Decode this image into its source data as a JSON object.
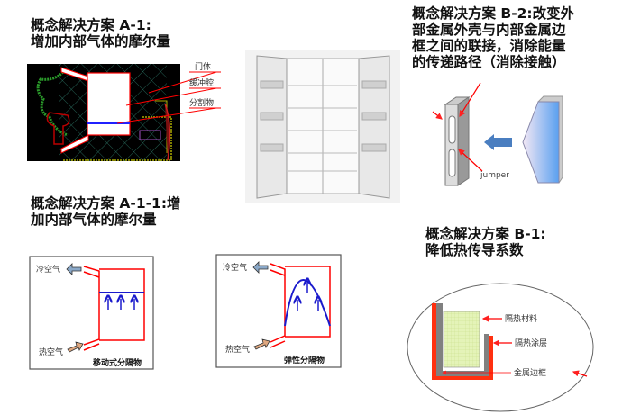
{
  "sections": {
    "a1": {
      "title": "概念解决方案 A-1:\n增加内部气体的摩尔量",
      "labels": [
        "门体",
        "缓冲腔",
        "分割物"
      ]
    },
    "b2": {
      "title": "概念解决方案  B-2:改变外\n部金属外壳与内部金属边\n框之间的联接，消除能量\n的传递路径（消除接触）",
      "jumper": "jumper"
    },
    "a11": {
      "title": "概念解决方案 A-1-1:增\n加内部气体的摩尔量",
      "box1": {
        "cold": "冷空气",
        "hot": "热空气",
        "caption": "移动式分隔物"
      },
      "box2": {
        "cold": "冷空气",
        "hot": "热空气",
        "caption": "弹性分隔物"
      }
    },
    "b1": {
      "title": "概念解决方案 B-1:\n降低热传导系数",
      "labels": [
        "隔热材料",
        "隔热涂层",
        "金属边框"
      ]
    }
  },
  "colors": {
    "red": "#ff2020",
    "blue": "#1a1acc",
    "gray": "#808080",
    "insulation": "#e4f3b8"
  }
}
